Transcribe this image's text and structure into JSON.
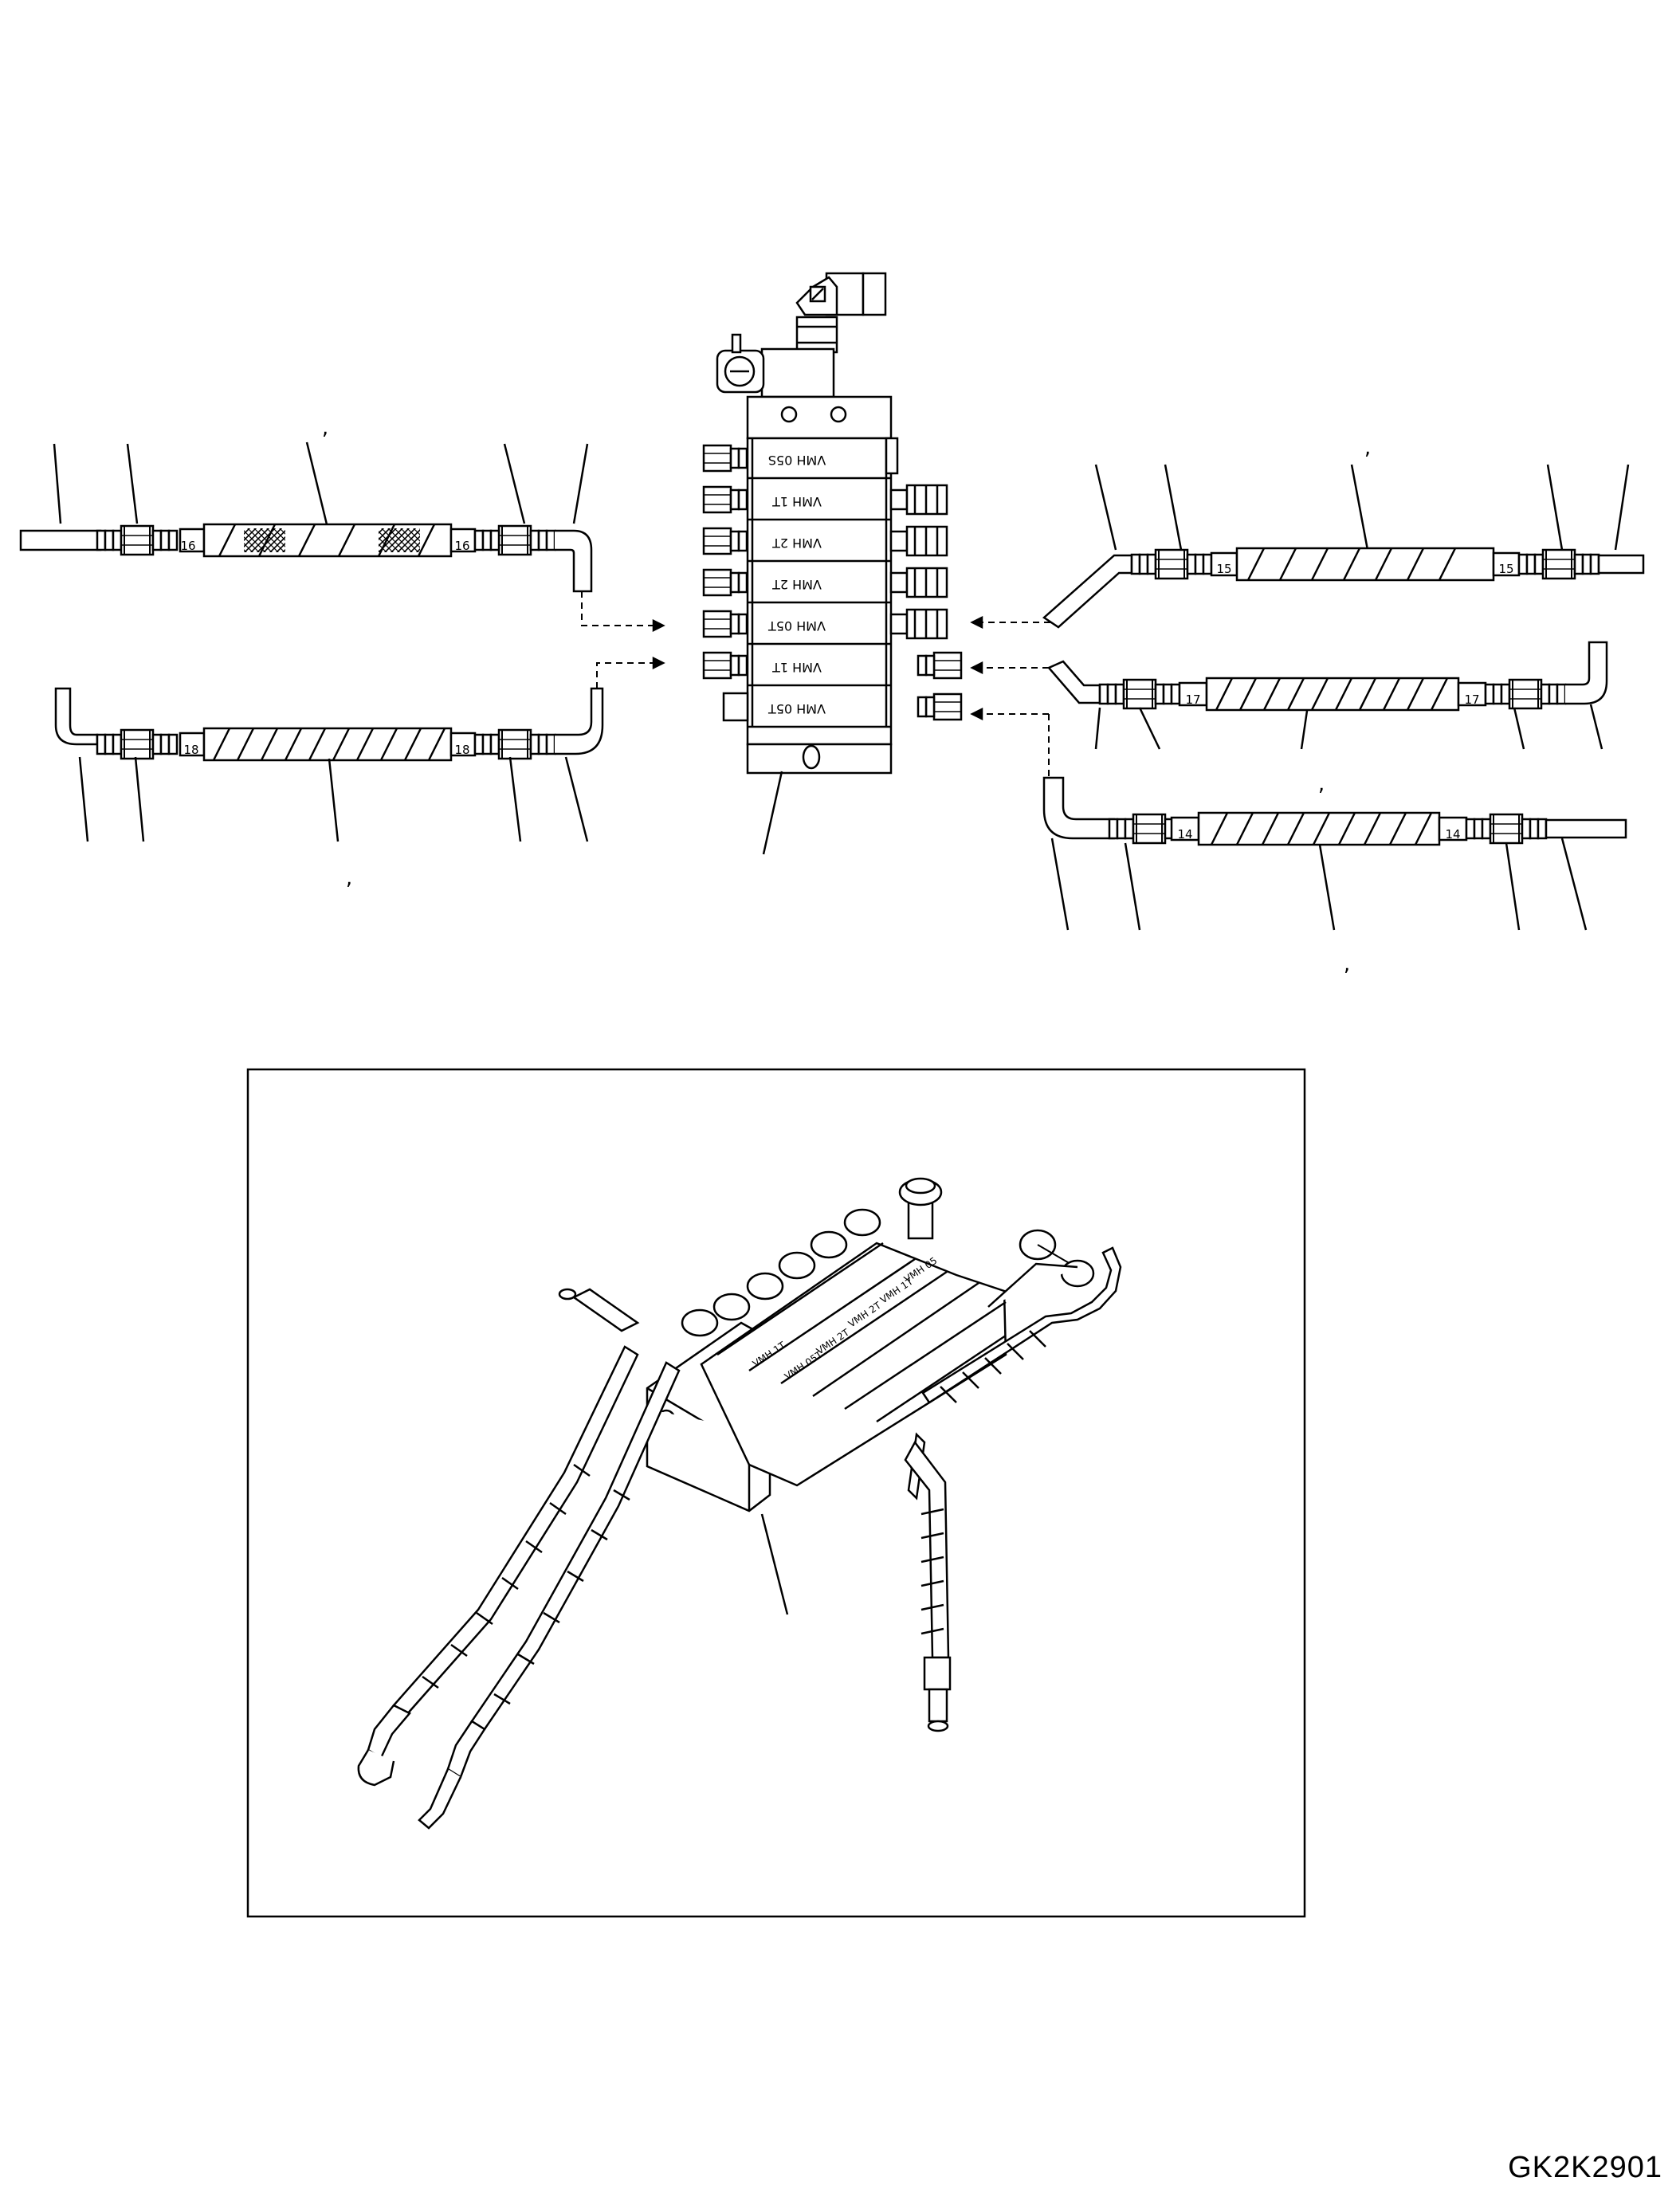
{
  "drawing": {
    "code": "GK2K2901",
    "separator_mark": ","
  },
  "hoses": [
    {
      "id": "left-top",
      "size_label": "16"
    },
    {
      "id": "left-bottom",
      "size_label": "18"
    },
    {
      "id": "right-top",
      "size_label": "15"
    },
    {
      "id": "right-middle",
      "size_label": "17"
    },
    {
      "id": "right-bottom",
      "size_label": "14"
    }
  ],
  "valve_block": {
    "module_labels": [
      "VMH 05S",
      "VMH 1T",
      "VMH 2T",
      "VMH 2T",
      "VMH 05T",
      "VMH 1T",
      "VMH 05T"
    ],
    "iso_module_labels": [
      "VMH 05",
      "VMH 1T",
      "VMH 2T",
      "VMH 2T",
      "VMH 05T",
      "VMH 1T"
    ]
  },
  "colors": {
    "line": "#000000",
    "background": "#ffffff"
  }
}
